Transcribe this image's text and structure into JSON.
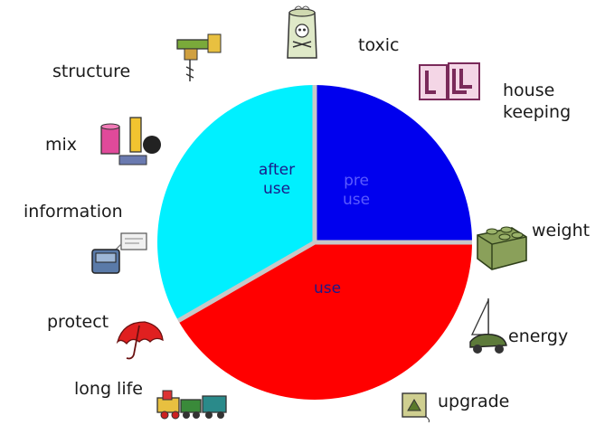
{
  "chart_data": {
    "type": "pie",
    "segments": [
      {
        "name": "pre use",
        "value": 25,
        "color": "#0000ee",
        "text_color": "#5a5aff",
        "label": "pre\nuse"
      },
      {
        "name": "use",
        "value": 41.7,
        "color": "#ff0000",
        "text_color": "#1a1a8a",
        "label": "use"
      },
      {
        "name": "after use",
        "value": 33.3,
        "color": "#00f0ff",
        "text_color": "#1a1a8a",
        "label": "after\nuse"
      }
    ],
    "separator_color": "#c8c8c8"
  },
  "labels": {
    "toxic": "toxic",
    "house_keeping": "house\nkeeping",
    "weight": "weight",
    "energy": "energy",
    "upgrade": "upgrade",
    "long_life": "long life",
    "protect": "protect",
    "information": "information",
    "mix": "mix",
    "structure": "structure"
  }
}
